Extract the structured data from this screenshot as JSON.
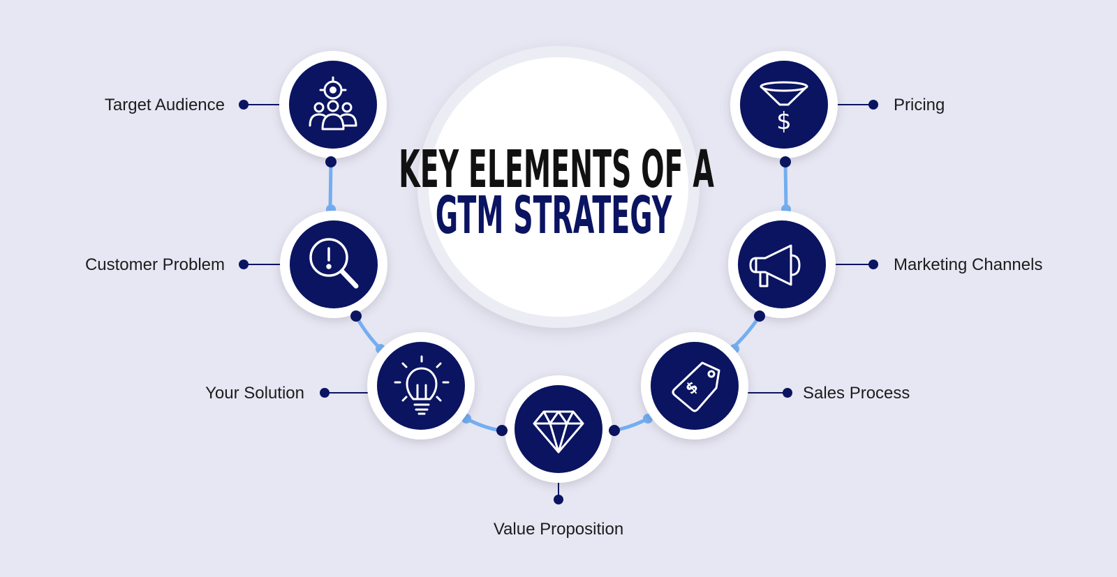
{
  "title": {
    "line1": "KEY ELEMENTS OF A",
    "line2": "GTM STRATEGY"
  },
  "colors": {
    "background": "#e7e6f3",
    "navy": "#0b1461",
    "connector_light": "#73aef0",
    "title_black": "#111111",
    "title_navy": "#0b1461",
    "label_text": "#1c1c1c"
  },
  "nodes": [
    {
      "id": "target-audience",
      "label": "Target Audience",
      "icon": "target-audience-icon"
    },
    {
      "id": "customer-problem",
      "label": "Customer Problem",
      "icon": "problem-search-icon"
    },
    {
      "id": "your-solution",
      "label": "Your Solution",
      "icon": "lightbulb-icon"
    },
    {
      "id": "value-proposition",
      "label": "Value Proposition",
      "icon": "diamond-icon"
    },
    {
      "id": "sales-process",
      "label": "Sales Process",
      "icon": "price-tag-icon"
    },
    {
      "id": "marketing-channels",
      "label": "Marketing Channels",
      "icon": "megaphone-icon"
    },
    {
      "id": "pricing",
      "label": "Pricing",
      "icon": "funnel-dollar-icon"
    }
  ]
}
